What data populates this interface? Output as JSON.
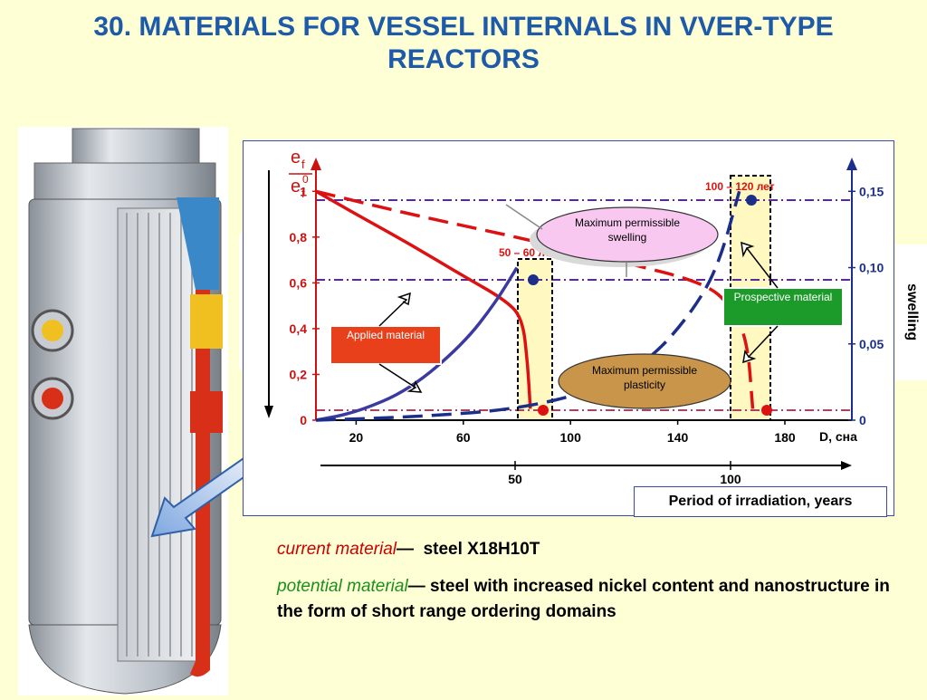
{
  "title": "30. MATERIALS FOR VESSEL INTERNALS IN VVER-TYPE REACTORS",
  "swelling_left": "swelling",
  "swelling_right": "swelling",
  "period_label": "Period of irradiation, years",
  "legend": {
    "current_label": "current material",
    "current_dash": "—",
    "current_desc": "steel X18H10T",
    "potential_label": "potential material",
    "potential_dash": "—",
    "potential_desc": "steel with increased nickel content and nanostructure in the form of short range ordering domains"
  },
  "colors": {
    "title": "#1d5aa8",
    "red_curve": "#dd1111",
    "blue_curve": "#1b2f8a",
    "purple_curve": "#3a3aa0",
    "applied_box": "#e8401a",
    "prospective_box": "#1c9a2a",
    "swelling_ellipse": "#f8c8f0",
    "plasticity_ellipse": "#c8954a"
  },
  "chart_data": {
    "type": "line",
    "left_axis": {
      "label_num": "e",
      "label_num_sub": "f",
      "label_den": "e",
      "label_den_sub": "f",
      "label_den_sup": "0",
      "ticks": [
        "1",
        "0,8",
        "0,6",
        "0,4",
        "0,2",
        "0"
      ],
      "range": [
        0,
        1.1
      ]
    },
    "right_axis": {
      "ticks": [
        "0,15",
        "0,10",
        "0,05",
        "0"
      ],
      "range": [
        0,
        0.165
      ]
    },
    "x_axis_dose": {
      "ticks": [
        "20",
        "60",
        "100",
        "140",
        "180"
      ],
      "unit": "D, сна",
      "range": [
        5,
        205
      ]
    },
    "x_axis_years": {
      "ticks": [
        "50",
        "100"
      ]
    },
    "annotations": {
      "range1": "50 – 60 лет",
      "range2": "100 – 120 лет",
      "max_swelling": "Maximum permissible swelling",
      "max_plasticity": "Maximum permissible plasticity",
      "applied": "Applied material",
      "prospective": "Prospective material"
    },
    "series": [
      {
        "material": "applied",
        "quantity": "plasticity",
        "x": [
          5,
          20,
          40,
          60,
          75,
          82,
          84,
          85
        ],
        "y": [
          1.0,
          0.9,
          0.77,
          0.63,
          0.53,
          0.45,
          0.25,
          0.05
        ]
      },
      {
        "material": "applied",
        "quantity": "swelling",
        "x": [
          5,
          20,
          40,
          60,
          72,
          80
        ],
        "y": [
          0,
          0.005,
          0.02,
          0.05,
          0.077,
          0.1
        ]
      },
      {
        "material": "prospective",
        "quantity": "plasticity",
        "x": [
          5,
          40,
          80,
          120,
          150,
          160,
          166,
          168
        ],
        "y": [
          1.0,
          0.9,
          0.8,
          0.69,
          0.6,
          0.5,
          0.35,
          0.05
        ]
      },
      {
        "material": "prospective",
        "quantity": "swelling",
        "x": [
          5,
          40,
          80,
          110,
          130,
          145,
          155,
          163
        ],
        "y": [
          0,
          0.002,
          0.007,
          0.02,
          0.04,
          0.07,
          0.1,
          0.15
        ]
      }
    ]
  }
}
